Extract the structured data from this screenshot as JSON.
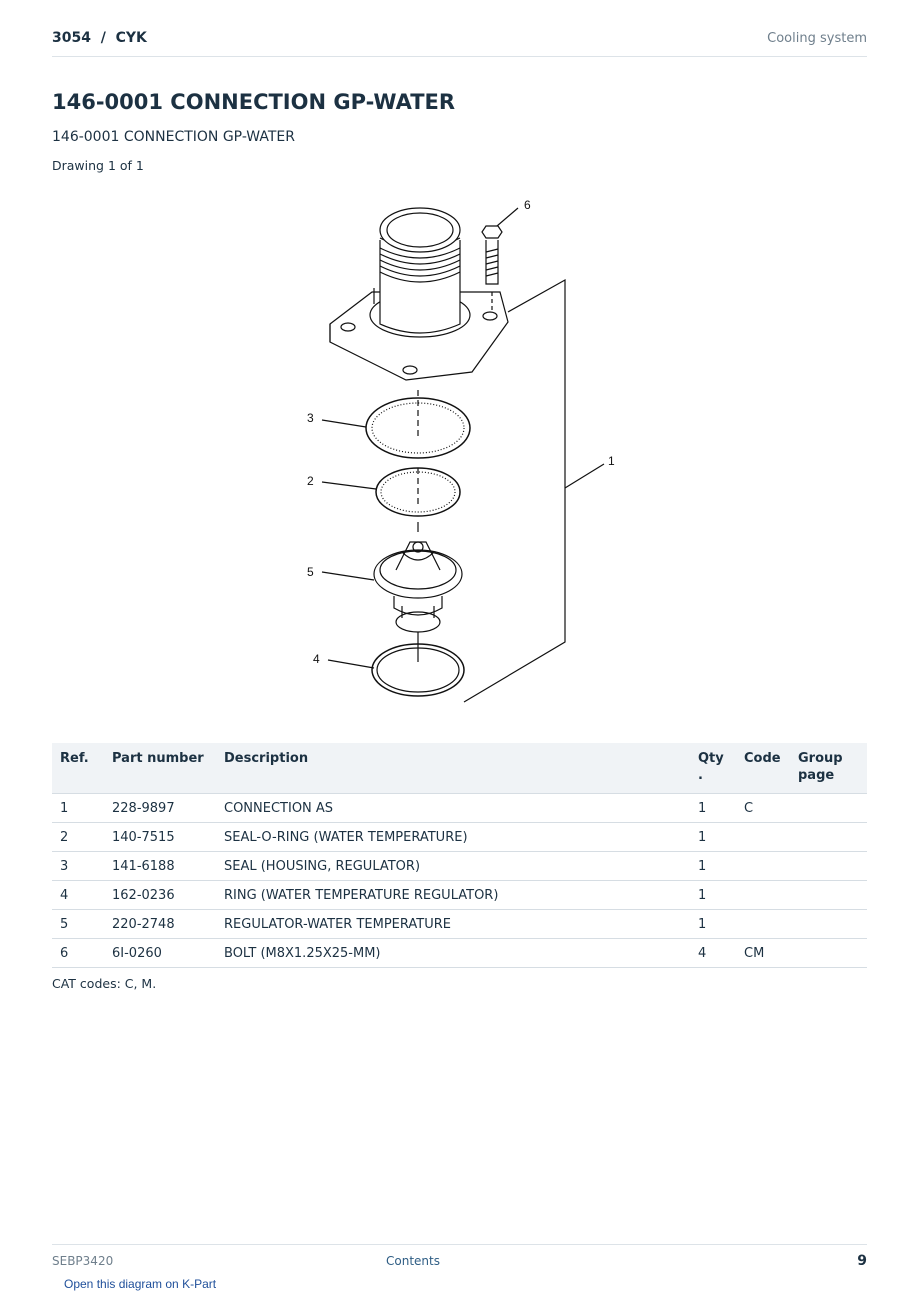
{
  "header": {
    "breadcrumb": "3054  /  CYK",
    "section": "Cooling system"
  },
  "page_title": "146-0001 CONNECTION GP-WATER",
  "subtitle": "146-0001 CONNECTION GP-WATER",
  "drawing_label": "Drawing 1 of 1",
  "diagram": {
    "callouts": [
      "6",
      "3",
      "1",
      "2",
      "5",
      "4"
    ]
  },
  "table": {
    "headers": {
      "ref": "Ref.",
      "part_number": "Part number",
      "description": "Description",
      "qty": "Qty .",
      "code": "Code",
      "group_page": "Group page"
    },
    "rows": [
      {
        "ref": "1",
        "part_number": "228-9897",
        "description": "CONNECTION AS",
        "qty": "1",
        "code": "C",
        "group_page": ""
      },
      {
        "ref": "2",
        "part_number": "140-7515",
        "description": "SEAL-O-RING (WATER TEMPERATURE)",
        "qty": "1",
        "code": "",
        "group_page": ""
      },
      {
        "ref": "3",
        "part_number": "141-6188",
        "description": "SEAL (HOUSING, REGULATOR)",
        "qty": "1",
        "code": "",
        "group_page": ""
      },
      {
        "ref": "4",
        "part_number": "162-0236",
        "description": "RING (WATER TEMPERATURE REGULATOR)",
        "qty": "1",
        "code": "",
        "group_page": ""
      },
      {
        "ref": "5",
        "part_number": "220-2748",
        "description": "REGULATOR-WATER TEMPERATURE",
        "qty": "1",
        "code": "",
        "group_page": ""
      },
      {
        "ref": "6",
        "part_number": "6I-0260",
        "description": "BOLT (M8X1.25X25-MM)",
        "qty": "4",
        "code": "CM",
        "group_page": ""
      }
    ]
  },
  "cat_codes": "CAT codes: C, M.",
  "footer": {
    "doc_id": "SEBP3420",
    "contents_link": "Contents",
    "page_number": "9",
    "kpart_link": "Open this diagram on K-Part"
  }
}
